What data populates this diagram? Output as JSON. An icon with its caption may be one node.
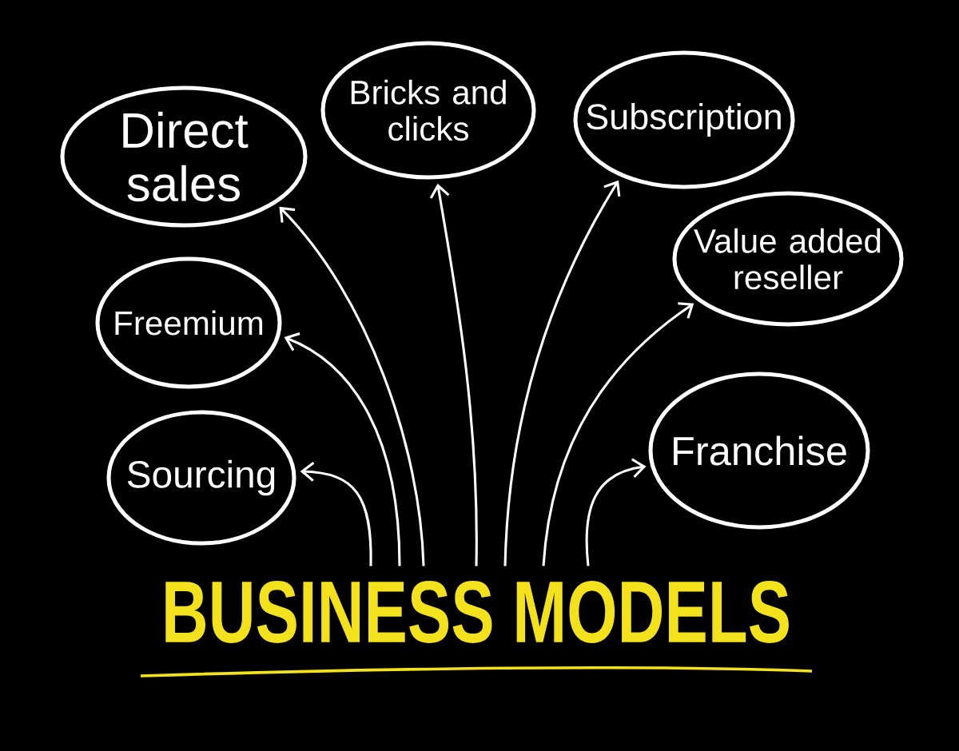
{
  "diagram": {
    "nodes": [
      {
        "text": [
          "Direct sales"
        ]
      },
      {
        "text": [
          "Bricks and clicks"
        ]
      },
      {
        "text": [
          "Subscription"
        ]
      },
      {
        "text": [
          "Freemium"
        ]
      },
      {
        "text": [
          "Value added reseller"
        ]
      },
      {
        "text": [
          "Sourcing"
        ]
      },
      {
        "text": [
          "Franchise"
        ]
      },
      {
        "text": [
          "BUSINESS MODELS"
        ]
      }
    ],
    "edges": [
      {
        "from": 7,
        "to": 0,
        "arrow": "to"
      },
      {
        "from": 7,
        "to": 1,
        "arrow": "to"
      },
      {
        "from": 7,
        "to": 2,
        "arrow": "to"
      },
      {
        "from": 7,
        "to": 3,
        "arrow": "to"
      },
      {
        "from": 7,
        "to": 4,
        "arrow": "to"
      },
      {
        "from": 7,
        "to": 5,
        "arrow": "to"
      },
      {
        "from": 7,
        "to": 6,
        "arrow": "to"
      }
    ]
  }
}
